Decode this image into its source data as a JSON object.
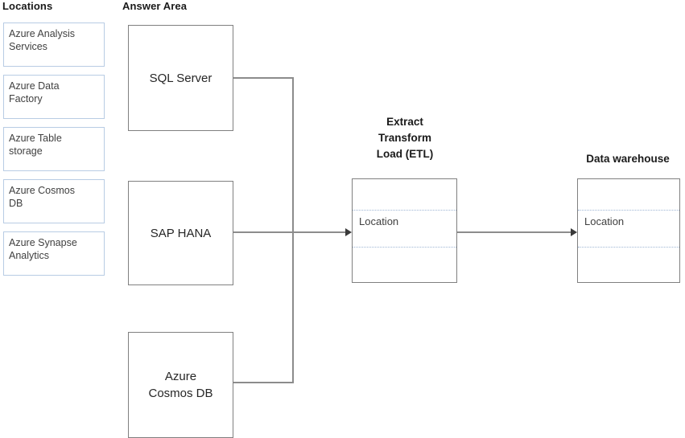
{
  "headers": {
    "locations": "Locations",
    "answer_area": "Answer Area"
  },
  "locations_list": [
    {
      "line1": "Azure Analysis",
      "line2": "Services"
    },
    {
      "line1": "Azure Data",
      "line2": "Factory"
    },
    {
      "line1": "Azure Table",
      "line2": "storage"
    },
    {
      "line1": "Azure Cosmos",
      "line2": "DB"
    },
    {
      "line1": "Azure Synapse",
      "line2": "Analytics"
    }
  ],
  "sources": [
    {
      "label": "SQL Server"
    },
    {
      "label": "SAP HANA"
    },
    {
      "label_line1": "Azure",
      "label_line2": "Cosmos DB"
    }
  ],
  "etl": {
    "caption": "Extract\nTransform\nLoad (ETL)",
    "field": "Location"
  },
  "warehouse": {
    "caption": "Data warehouse",
    "field": "Location"
  },
  "colors": {
    "option_border": "#b8cce4",
    "box_border": "#808080",
    "connector": "#8c8c8c",
    "dotted_row": "#9fb6d4",
    "text": "#262626"
  }
}
